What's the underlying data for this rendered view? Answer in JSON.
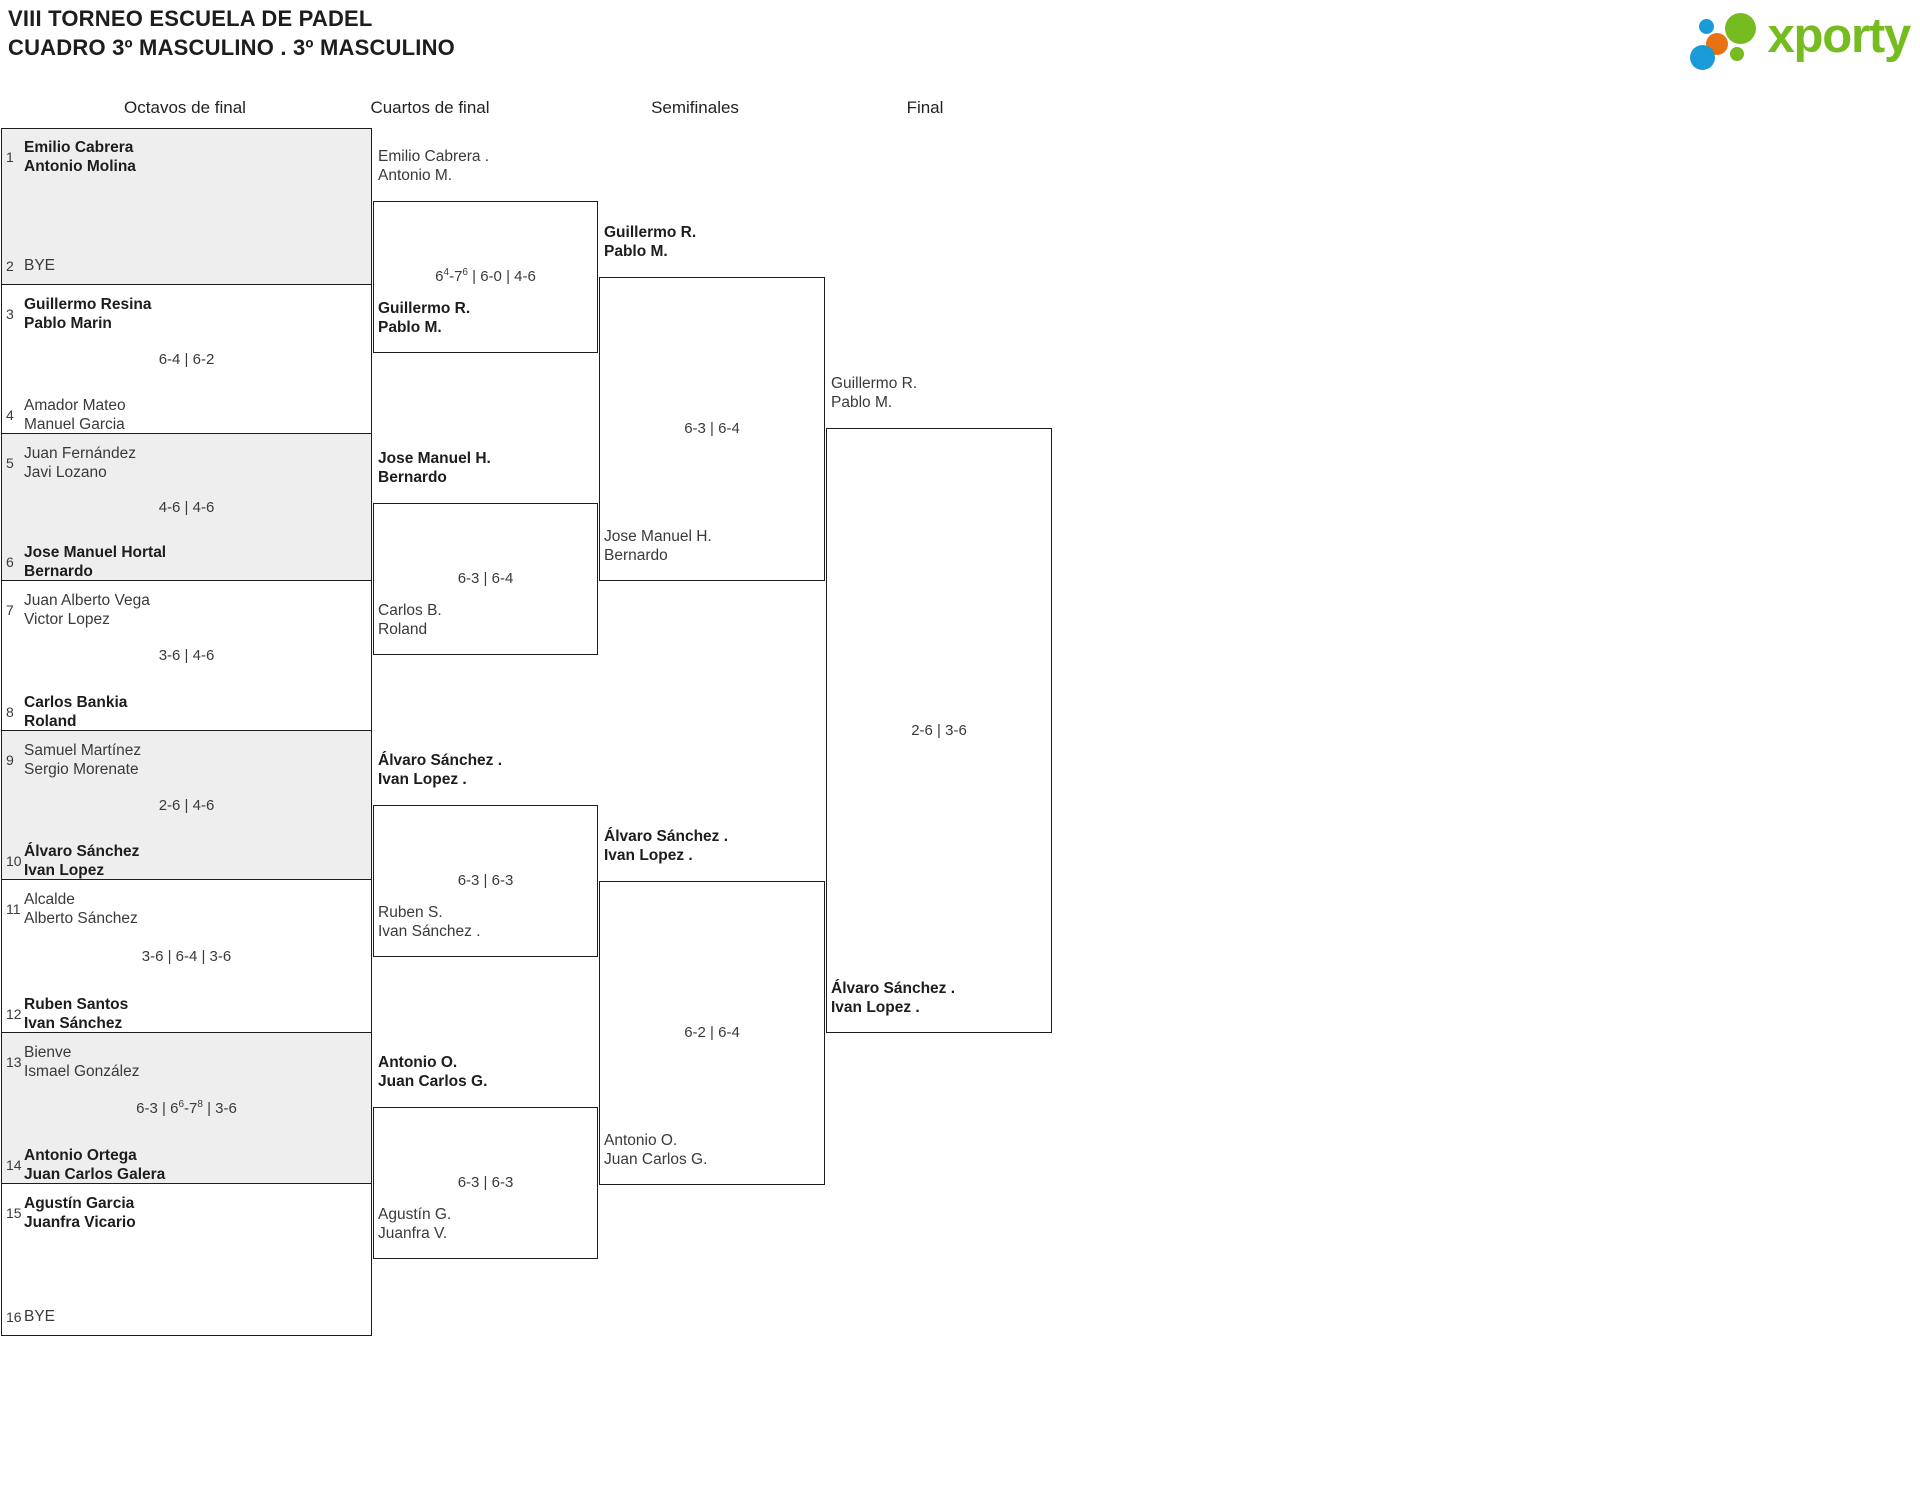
{
  "header": {
    "title_line1": "VIII TORNEO ESCUELA DE PADEL",
    "title_line2": "CUADRO 3º MASCULINO . 3º MASCULINO",
    "brand": "xporty",
    "brand_color": "#76bc21",
    "logo_dot_colors": [
      "#1a9ad7",
      "#76bc21",
      "#e87211",
      "#1a9ad7",
      "#76bc21"
    ]
  },
  "rounds": [
    {
      "label": "Octavos de final"
    },
    {
      "label": "Cuartos de final"
    },
    {
      "label": "Semifinales"
    },
    {
      "label": "Final"
    }
  ],
  "bye_label": "BYE",
  "octavos": {
    "seeds": [
      {
        "num": "1",
        "line1": "Emilio Cabrera",
        "line2": "Antonio Molina",
        "winner": true,
        "bye": false
      },
      {
        "num": "2",
        "line1": "BYE",
        "line2": "",
        "winner": false,
        "bye": true
      },
      {
        "num": "3",
        "line1": "Guillermo Resina",
        "line2": "Pablo Marin",
        "winner": true,
        "bye": false
      },
      {
        "num": "4",
        "line1": "Amador Mateo",
        "line2": "Manuel Garcia",
        "winner": false,
        "bye": false
      },
      {
        "num": "5",
        "line1": "Juan Fernández",
        "line2": "Javi Lozano",
        "winner": false,
        "bye": false
      },
      {
        "num": "6",
        "line1": "Jose Manuel Hortal",
        "line2": "Bernardo",
        "winner": true,
        "bye": false
      },
      {
        "num": "7",
        "line1": "Juan Alberto Vega",
        "line2": "Victor Lopez",
        "winner": false,
        "bye": false
      },
      {
        "num": "8",
        "line1": "Carlos Bankia",
        "line2": "Roland",
        "winner": true,
        "bye": false
      },
      {
        "num": "9",
        "line1": "Samuel Martínez",
        "line2": "Sergio Morenate",
        "winner": false,
        "bye": false
      },
      {
        "num": "10",
        "line1": "Álvaro Sánchez",
        "line2": "Ivan Lopez",
        "winner": true,
        "bye": false
      },
      {
        "num": "11",
        "line1": "Alcalde",
        "line2": "Alberto Sánchez",
        "winner": false,
        "bye": false
      },
      {
        "num": "12",
        "line1": "Ruben Santos",
        "line2": "Ivan Sánchez",
        "winner": true,
        "bye": false
      },
      {
        "num": "13",
        "line1": "Bienve",
        "line2": "Ismael González",
        "winner": false,
        "bye": false
      },
      {
        "num": "14",
        "line1": "Antonio Ortega",
        "line2": "Juan Carlos Galera",
        "winner": true,
        "bye": false
      },
      {
        "num": "15",
        "line1": "Agustín Garcia",
        "line2": "Juanfra Vicario",
        "winner": true,
        "bye": false
      },
      {
        "num": "16",
        "line1": "BYE",
        "line2": "",
        "winner": false,
        "bye": true
      }
    ],
    "scores": [
      "",
      "6-4 | 6-2",
      "4-6 | 4-6",
      "3-6 | 4-6",
      "2-6 | 4-6",
      "3-6 | 6-4 | 3-6",
      "6-3 | 6<sup>6</sup>-7<sup>8</sup> | 3-6",
      ""
    ]
  },
  "cuartos": [
    {
      "top": {
        "line1": "Emilio Cabrera .",
        "line2": "Antonio M.",
        "winner": false
      },
      "bottom": {
        "line1": "Guillermo R.",
        "line2": "Pablo M.",
        "winner": true
      },
      "score": "6<sup>4</sup>-7<sup>6</sup> | 6-0 | 4-6"
    },
    {
      "top": {
        "line1": "Jose Manuel H.",
        "line2": "Bernardo",
        "winner": true
      },
      "bottom": {
        "line1": "Carlos B.",
        "line2": "Roland",
        "winner": false
      },
      "score": "6-3 | 6-4"
    },
    {
      "top": {
        "line1": "Álvaro Sánchez .",
        "line2": "Ivan Lopez .",
        "winner": true
      },
      "bottom": {
        "line1": "Ruben S.",
        "line2": "Ivan Sánchez .",
        "winner": false
      },
      "score": "6-3 | 6-3"
    },
    {
      "top": {
        "line1": "Antonio O.",
        "line2": "Juan Carlos G.",
        "winner": true
      },
      "bottom": {
        "line1": "Agustín G.",
        "line2": "Juanfra V.",
        "winner": false
      },
      "score": "6-3 | 6-3"
    }
  ],
  "semifinales": [
    {
      "top": {
        "line1": "Guillermo R.",
        "line2": "Pablo M.",
        "winner": true
      },
      "bottom": {
        "line1": "Jose Manuel H.",
        "line2": "Bernardo",
        "winner": false
      },
      "score": "6-3 | 6-4"
    },
    {
      "top": {
        "line1": "Álvaro Sánchez .",
        "line2": "Ivan Lopez .",
        "winner": true
      },
      "bottom": {
        "line1": "Antonio O.",
        "line2": "Juan Carlos G.",
        "winner": false
      },
      "score": "6-2 | 6-4"
    }
  ],
  "final": {
    "top": {
      "line1": "Guillermo R.",
      "line2": "Pablo M.",
      "winner": false
    },
    "bottom": {
      "line1": "Álvaro Sánchez .",
      "line2": "Ivan Lopez .",
      "winner": true
    },
    "score": "2-6 | 3-6"
  }
}
